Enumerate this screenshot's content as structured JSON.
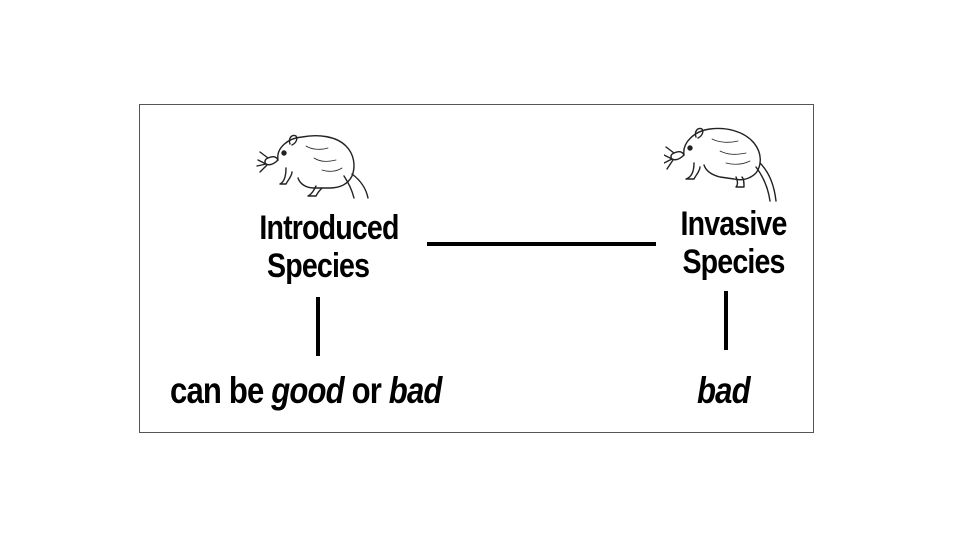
{
  "left": {
    "title_line1": "Introduced",
    "title_line2": "Species",
    "note_part1": "can be ",
    "note_part2": "good",
    "note_part3": " or ",
    "note_part4": "bad"
  },
  "right": {
    "title_line1": "Invasive",
    "title_line2": "Species",
    "note": "bad"
  },
  "icons": [
    "rat-icon",
    "rat-icon"
  ]
}
